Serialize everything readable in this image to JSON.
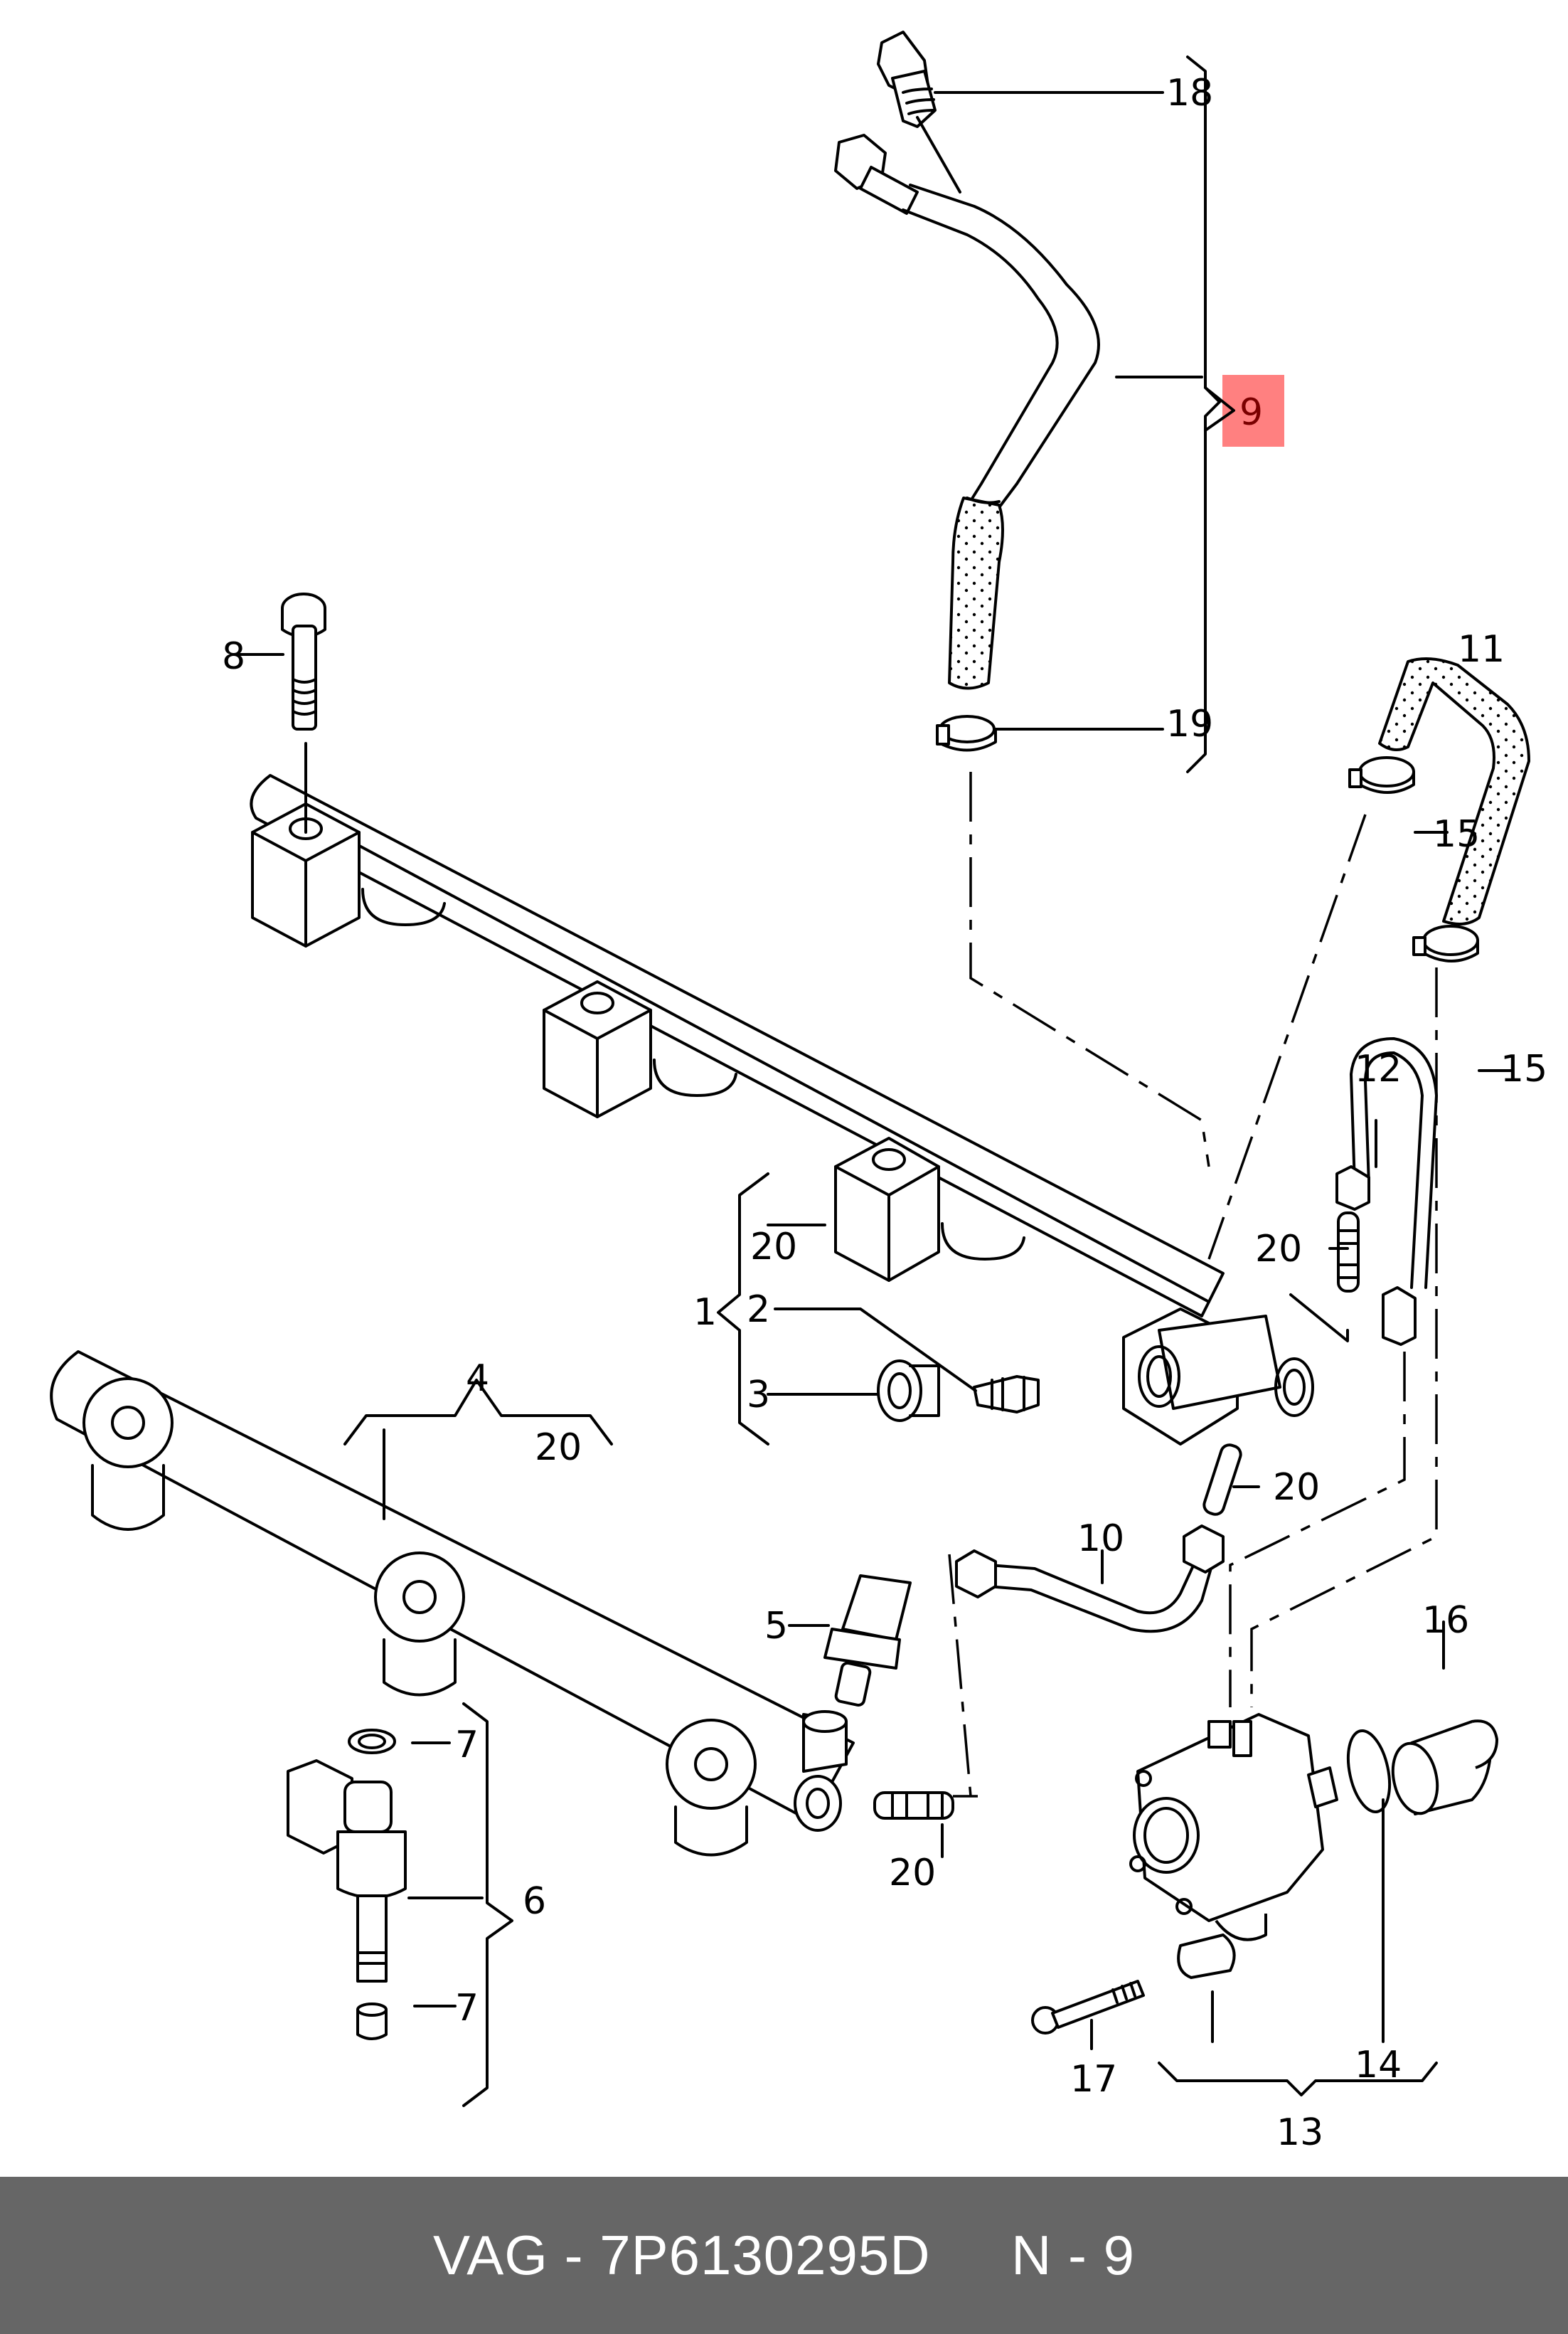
{
  "diagram": {
    "title": "Fuel rail / high pressure pump exploded view",
    "highlight_color": "#ff8080",
    "highlighted_part": "9",
    "labels": {
      "p1": "1",
      "p2": "2",
      "p3": "3",
      "p4": "4",
      "p5": "5",
      "p6": "6",
      "p7a": "7",
      "p7b": "7",
      "p8": "8",
      "p9": "9",
      "p10": "10",
      "p11": "11",
      "p12": "12",
      "p13": "13",
      "p14": "14",
      "p15a": "15",
      "p15b": "15",
      "p16": "16",
      "p17": "17",
      "p18": "18",
      "p19": "19",
      "p20a": "20",
      "p20b": "20",
      "p20c": "20",
      "p20d": "20",
      "p20e": "20"
    }
  },
  "footer": {
    "brand": "VAG",
    "separator": " - ",
    "part_number": "7P6130295D",
    "position_label": "N - 9"
  }
}
